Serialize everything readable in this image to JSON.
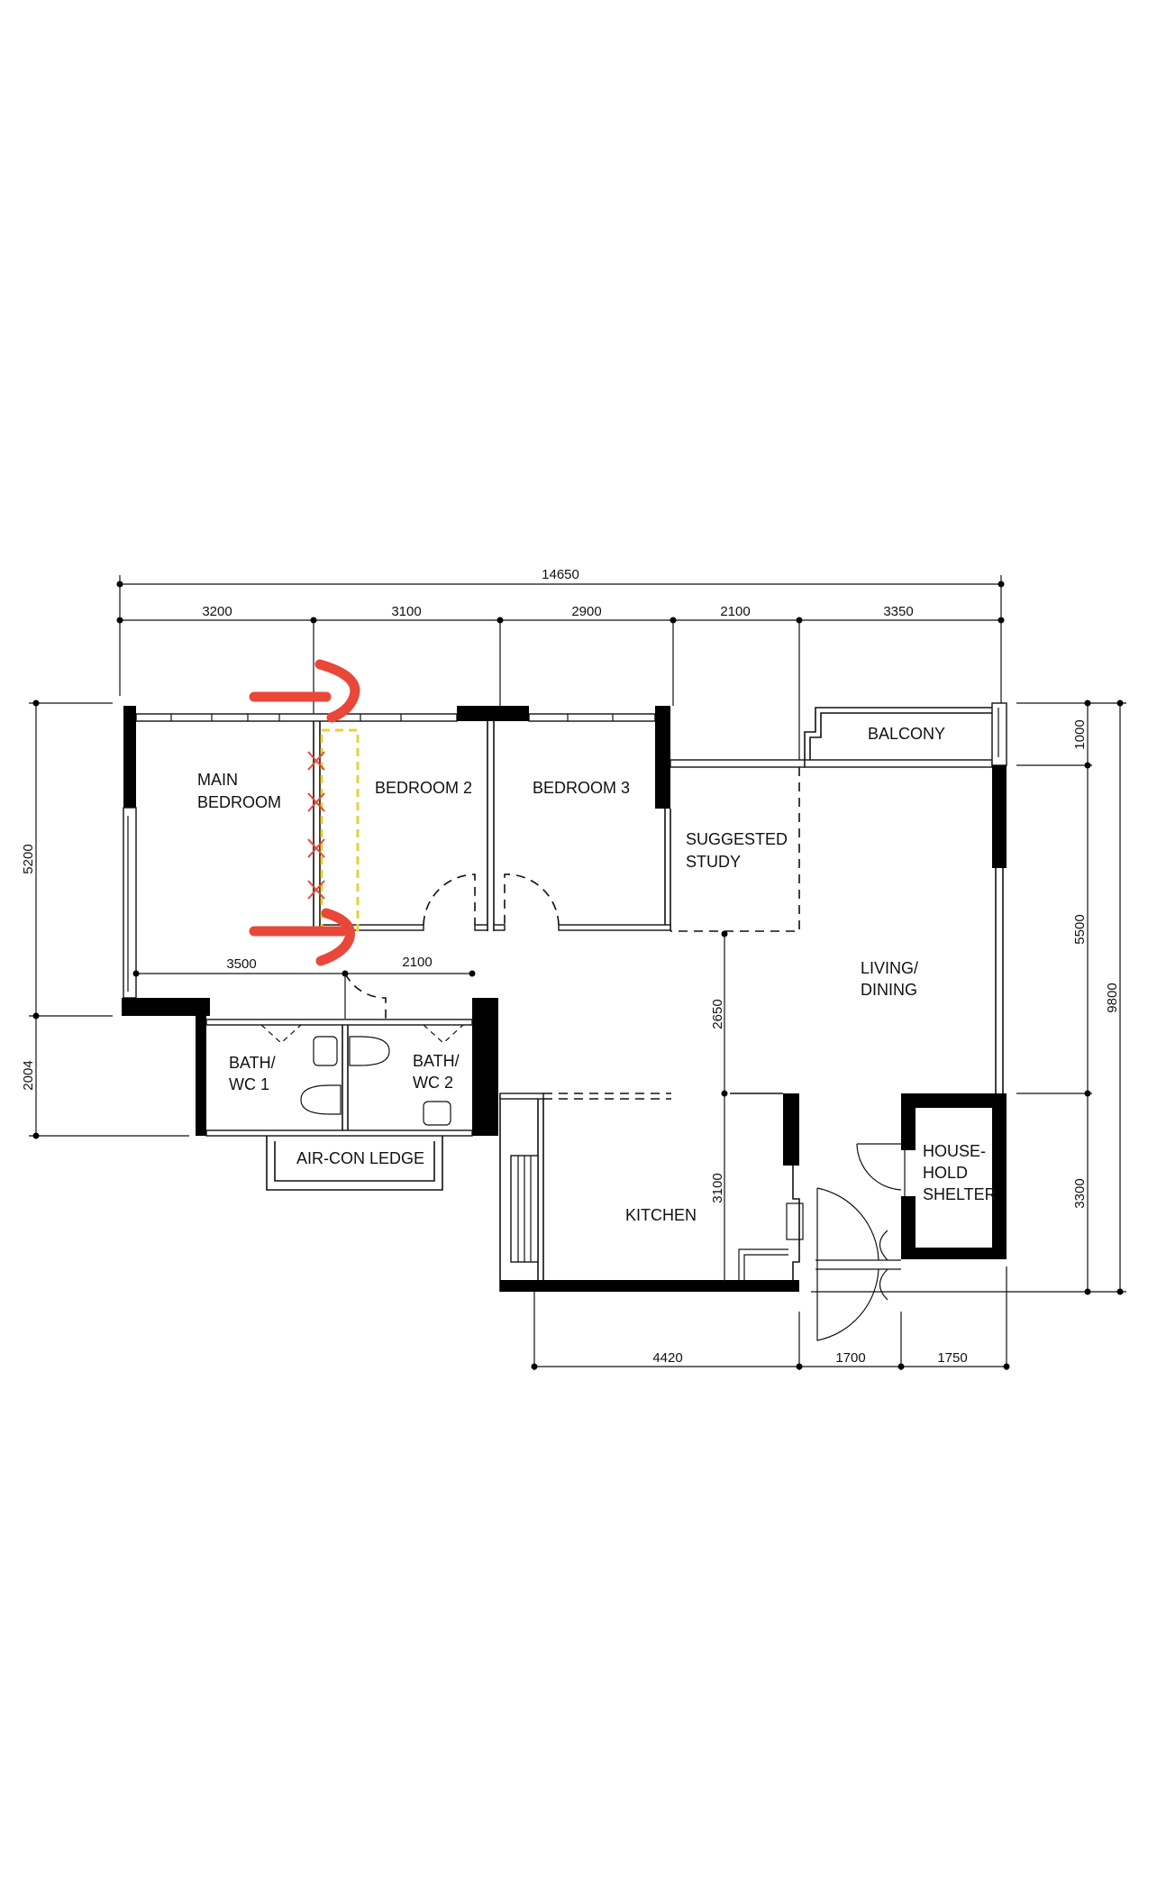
{
  "plan": {
    "rooms": {
      "main_bedroom": [
        "MAIN",
        "BEDROOM"
      ],
      "bedroom_2": "BEDROOM  2",
      "bedroom_3": "BEDROOM  3",
      "study": [
        "SUGGESTED",
        "STUDY"
      ],
      "balcony": "BALCONY",
      "living": [
        "LIVING/",
        "DINING"
      ],
      "bath_1": [
        "BATH/",
        "WC  1"
      ],
      "bath_2": [
        "BATH/",
        "WC  2"
      ],
      "aircon": "AIR-CON  LEDGE",
      "kitchen": "KITCHEN",
      "shelter": [
        "HOUSE-",
        "HOLD",
        "SHELTER"
      ]
    },
    "dimensions": {
      "overall_width": "14650",
      "top": [
        "3200",
        "3100",
        "2900",
        "2100",
        "3350"
      ],
      "bedroom_bottom": [
        "3500",
        "2100"
      ],
      "left": [
        "5200",
        "2004"
      ],
      "right": [
        "1000",
        "5500",
        "3300"
      ],
      "overall_depth": "9800",
      "living_vertical": "2650",
      "kitchen_vertical": "3100",
      "bottom": [
        "4420",
        "1700",
        "1750"
      ]
    },
    "annotation_colors": {
      "markup_red": "#e8473a",
      "proposed_wall_yellow": "#e6d23a"
    }
  }
}
